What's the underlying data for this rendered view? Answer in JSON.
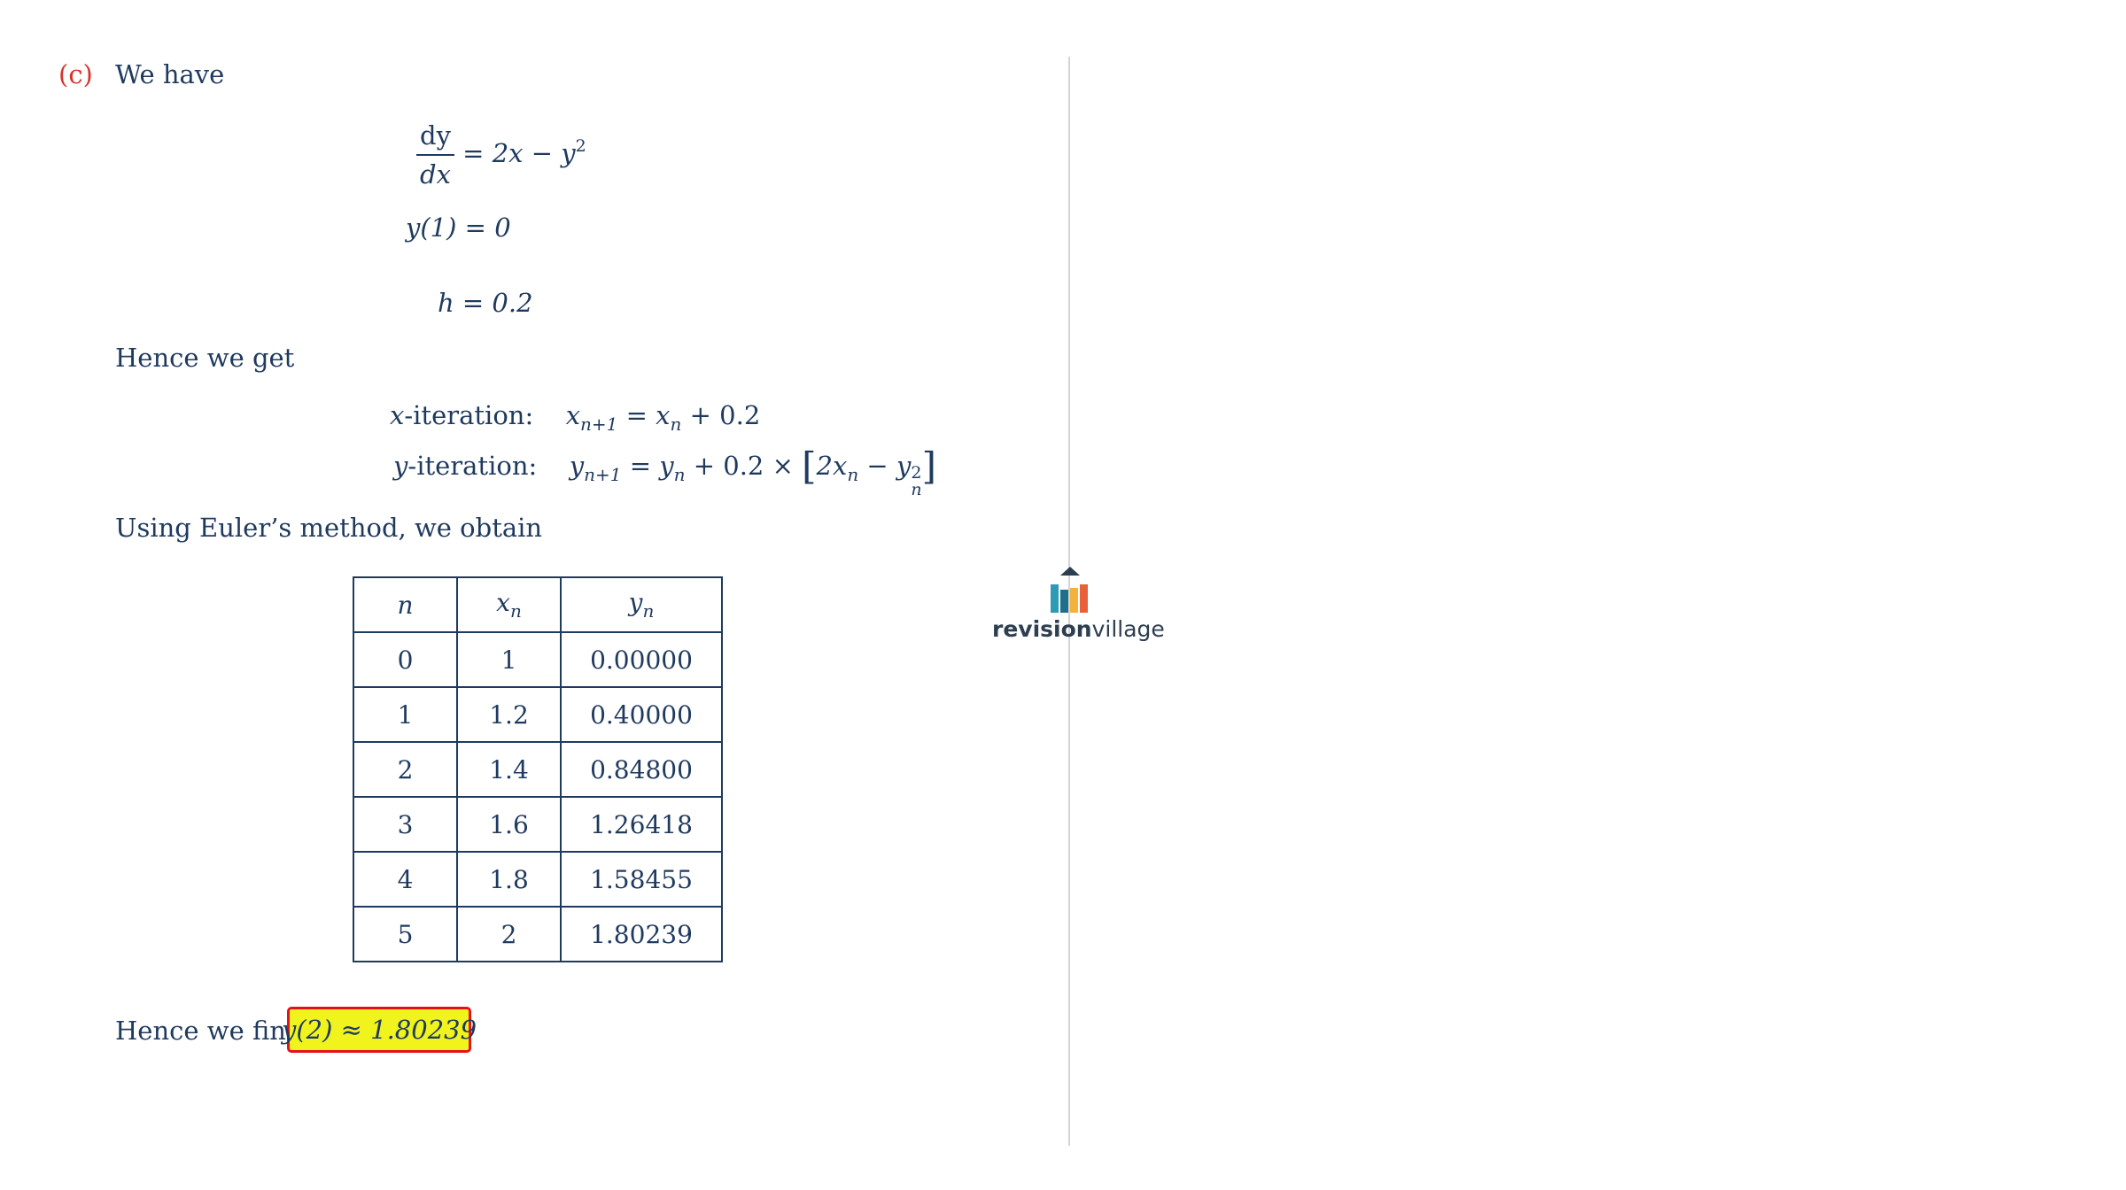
{
  "part_label": "(c)",
  "intro": "We have",
  "ode": {
    "numerator": "dy",
    "denominator": "dx",
    "rhs": "= 2x − y",
    "rhs_sup": "2"
  },
  "initial_condition": "y(1) = 0",
  "step": "h = 0.2",
  "hence_get": "Hence we get",
  "x_iter": {
    "label": "x",
    "label_rest": "-iteration:",
    "lhs_var": "x",
    "lhs_sub": "n+1",
    "eq": " = ",
    "rhs_var": "x",
    "rhs_sub": "n",
    "rhs_rest": " + 0.2"
  },
  "y_iter": {
    "label": "y",
    "label_rest": "-iteration:",
    "lhs_var": "y",
    "lhs_sub": "n+1",
    "eq": " = ",
    "rhs_var": "y",
    "rhs_sub": "n",
    "mid": " + 0.2 × ",
    "open": "[",
    "a": "2x",
    "a_sub": "n",
    "minus": " − ",
    "b": "y",
    "b_sup": "2",
    "b_sub": "n",
    "close": "]"
  },
  "euler_text": "Using Euler’s method, we obtain",
  "table": {
    "headers": [
      "n",
      "x",
      "y"
    ],
    "header_subs": [
      "",
      "n",
      "n"
    ],
    "rows": [
      [
        "0",
        "1",
        "0.00000"
      ],
      [
        "1",
        "1.2",
        "0.40000"
      ],
      [
        "2",
        "1.4",
        "0.84800"
      ],
      [
        "3",
        "1.6",
        "1.26418"
      ],
      [
        "4",
        "1.8",
        "1.58455"
      ],
      [
        "5",
        "2",
        "1.80239"
      ]
    ]
  },
  "hence_find": "Hence we find",
  "answer": "y(2) ≈ 1.80239",
  "logo": {
    "word_bold": "revision",
    "word_light": "village",
    "colors": [
      "#2d9bb4",
      "#1f6f8b",
      "#f2b33d",
      "#e8613c"
    ]
  },
  "colors": {
    "text": "#1f3a5f",
    "part_label": "#d9342b",
    "highlight": "#f0f31c",
    "highlight_border": "#e3121a"
  }
}
